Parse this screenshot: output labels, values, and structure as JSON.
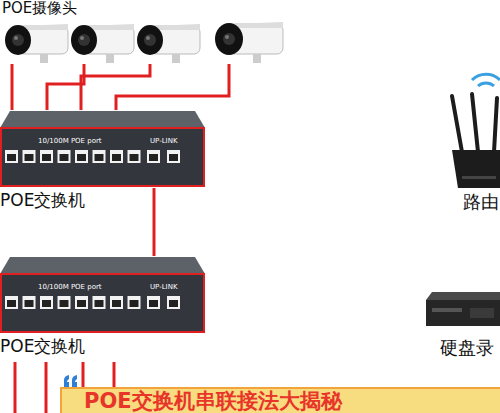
{
  "diagram": {
    "nodes": [
      {
        "text": [
          "POE摄像头"
        ]
      },
      {
        "text": [
          "10/100M POE port",
          "UP-LINK",
          "POE交换机"
        ]
      },
      {
        "text": [
          "路由"
        ]
      },
      {
        "text": [
          "10/100M POE port",
          "UP-LINK",
          "POE交换机"
        ]
      },
      {
        "text": [
          "硬盘录"
        ]
      },
      {
        "text": [
          "POE交换机串联接法大揭秘"
        ]
      }
    ],
    "edges": [
      {
        "from": 0,
        "to": 1,
        "arrow": "none"
      },
      {
        "from": 0,
        "to": 1,
        "arrow": "none"
      },
      {
        "from": 0,
        "to": 1,
        "arrow": "none"
      },
      {
        "from": 0,
        "to": 1,
        "arrow": "none"
      },
      {
        "from": 1,
        "to": 3,
        "arrow": "none"
      }
    ]
  }
}
